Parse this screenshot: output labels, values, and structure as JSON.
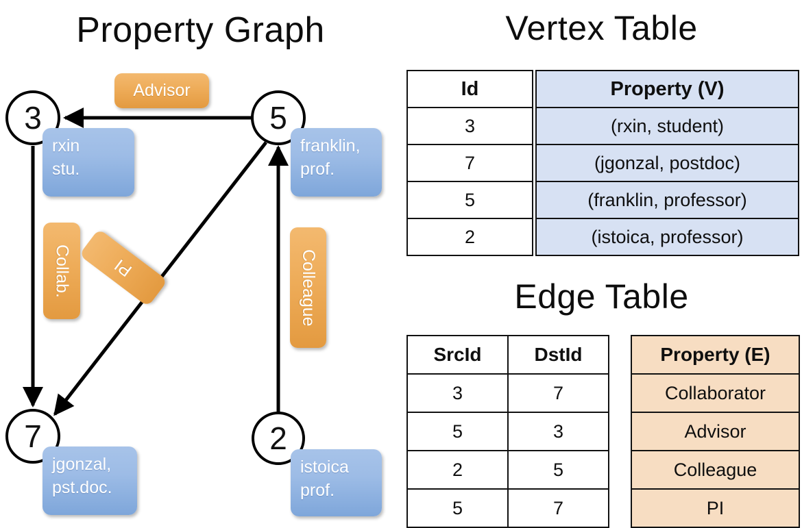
{
  "panels": {
    "graph_title": "Property Graph",
    "vertex_title": "Vertex Table",
    "edge_title": "Edge Table"
  },
  "colors": {
    "vertex_property_fill": "#d7e1f3",
    "edge_property_fill": "#f7ddc2",
    "vertex_badge": "#9dbce6",
    "edge_badge": "#eeac59",
    "node_stroke": "#000000",
    "background": "#ffffff"
  },
  "graph": {
    "nodes": [
      {
        "id": "3",
        "property_lines": [
          "rxin",
          "stu."
        ]
      },
      {
        "id": "5",
        "property_lines": [
          "franklin,",
          "prof."
        ]
      },
      {
        "id": "7",
        "property_lines": [
          "jgonzal,",
          "pst.doc."
        ]
      },
      {
        "id": "2",
        "property_lines": [
          "istoica",
          "prof."
        ]
      }
    ],
    "edge_labels": [
      {
        "name": "advisor",
        "label": "Advisor"
      },
      {
        "name": "collaborator",
        "label": "Collab."
      },
      {
        "name": "pi",
        "label": "PI"
      },
      {
        "name": "colleague",
        "label": "Colleague"
      }
    ],
    "edges": [
      {
        "src": "5",
        "dst": "3",
        "label": "Advisor"
      },
      {
        "src": "3",
        "dst": "7",
        "label": "Collab."
      },
      {
        "src": "5",
        "dst": "7",
        "label": "PI"
      },
      {
        "src": "2",
        "dst": "5",
        "label": "Colleague"
      }
    ]
  },
  "vertex_table": {
    "headers": [
      "Id",
      "Property (V)"
    ],
    "rows": [
      {
        "id": "3",
        "property": "(rxin, student)"
      },
      {
        "id": "7",
        "property": "(jgonzal, postdoc)"
      },
      {
        "id": "5",
        "property": "(franklin, professor)"
      },
      {
        "id": "2",
        "property": "(istoica, professor)"
      }
    ]
  },
  "edge_table": {
    "headers": [
      "SrcId",
      "DstId",
      "Property (E)"
    ],
    "rows": [
      {
        "src": "3",
        "dst": "7",
        "property": "Collaborator"
      },
      {
        "src": "5",
        "dst": "3",
        "property": "Advisor"
      },
      {
        "src": "2",
        "dst": "5",
        "property": "Colleague"
      },
      {
        "src": "5",
        "dst": "7",
        "property": "PI"
      }
    ]
  }
}
